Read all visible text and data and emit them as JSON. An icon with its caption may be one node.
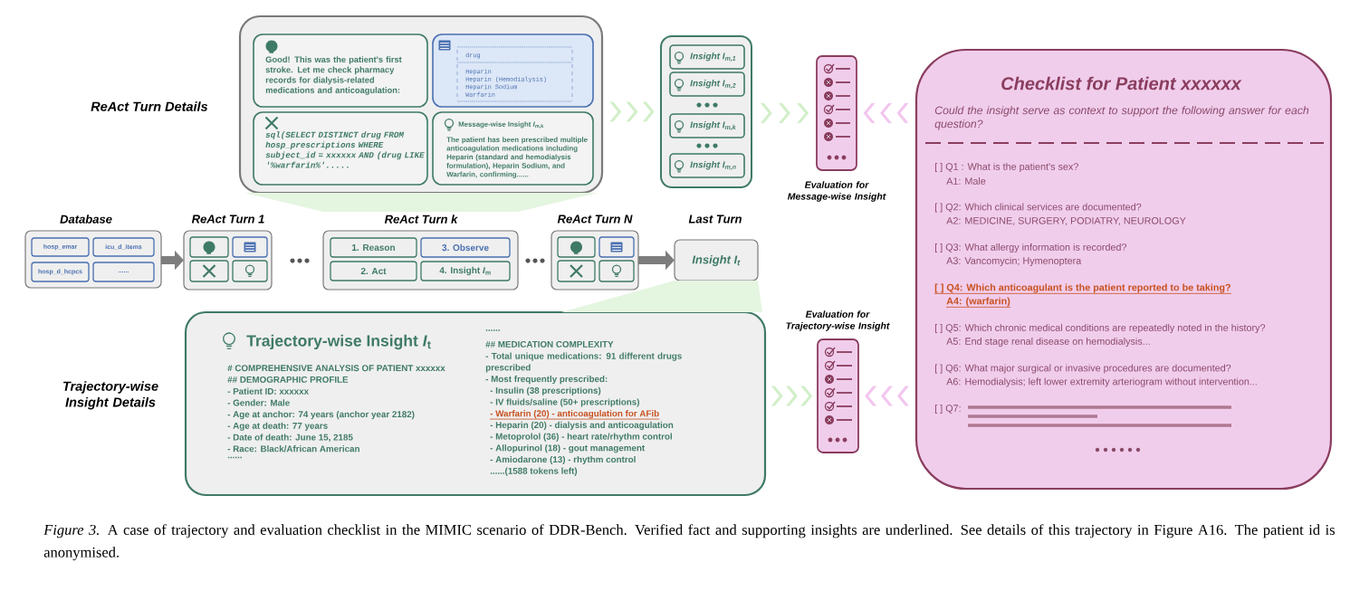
{
  "diagram": {
    "caption": "*Figure 3.* A case of trajectory and evaluation checklist in the MIMIC scenario of DDR-Bench. Verified fact and supporting insights are underlined. See details of this trajectory in Figure A16. The patient id is anonymised.",
    "nodes": [
      {
        "text": [
          "ReAct Turn Details"
        ]
      },
      {
        "text": [
          "Good! This was the patient's first stroke. Let me check pharmacy records for dialysis-related medications and anticoagulation:"
        ],
        "in": 0
      },
      {
        "text": [
          "drug",
          "Heparin",
          "Heparin (Hemodialysis)",
          "Heparin Sodium",
          "Warfarin"
        ],
        "in": 0
      },
      {
        "text": [
          "sql(SELECT DISTINCT drug FROM hosp_prescriptions WHERE subject_id = xxxxxx AND (drug LIKE '%warfarin%'....."
        ],
        "in": 0
      },
      {
        "text": [
          "Message-wise Insight *I*$_{m,k}$",
          "The patient has been prescribed multiple anticoagulation medications including Heparin (standard and hemodialysis formulation), Heparin Sodium, and **Warfarin**, confirming......"
        ],
        "in": 0
      },
      {
        "text": [],
        "shape": "box"
      },
      {
        "text": [
          "Insight I$_{m,1}$"
        ],
        "in": 5
      },
      {
        "text": [
          "Insight I$_{m,2}$"
        ],
        "in": 5
      },
      {
        "text": [
          "Insight I$_{m,k}$"
        ],
        "in": 5
      },
      {
        "text": [
          "Insight I$_{m,n}$"
        ],
        "in": 5
      },
      {
        "text": [],
        "shape": "box",
        "beside": [
          "Evaluation for Message-wise Insight"
        ]
      },
      {
        "text": [
          "Checklist for Patient xxxxxx",
          "Could the insight serve as context to support the following answer for each question?",
          "[ ] Q1 : What is the patient's sex?",
          "A1: Male",
          "[ ] Q2: Which clinical services are documented?",
          "A2: MEDICINE, SURGERY, PODIATRY, NEUROLOGY",
          "[ ] Q3: What allergy information is recorded?",
          "A3: Vancomycin; Hymenoptera",
          "[ ] Q4: Which anticoagulant is the patient reported to be taking?",
          "A4: (warfarin)",
          "[ ] Q5: Which chronic medical conditions are repeatedly noted in the history?",
          "A5: End stage renal disease on hemodialysis...",
          "[ ] Q6: What major surgical or invasive procedures are documented?",
          "A6: Hemodialysis; left lower extremity arteriogram without intervention...",
          "[ ] Q7:"
        ]
      },
      {
        "text": [
          "Database"
        ]
      },
      {
        "text": [
          "hosp_emar"
        ],
        "in": 12
      },
      {
        "text": [
          "icu_d_items"
        ],
        "in": 12
      },
      {
        "text": [
          "hosp_d_hcpcs"
        ],
        "in": 12
      },
      {
        "text": [
          "......"
        ],
        "in": 12
      },
      {
        "text": [
          "ReAct Turn 1"
        ]
      },
      {
        "text": [],
        "shape": "box",
        "in": 17
      },
      {
        "text": [],
        "shape": "box",
        "in": 17
      },
      {
        "text": [],
        "shape": "box",
        "in": 17
      },
      {
        "text": [],
        "shape": "box",
        "in": 17
      },
      {
        "text": [
          "ReAct Turn k"
        ]
      },
      {
        "text": [
          "1. Reason"
        ],
        "in": 22
      },
      {
        "text": [
          "3. Observe"
        ],
        "in": 22
      },
      {
        "text": [
          "2. Act"
        ],
        "in": 22
      },
      {
        "text": [
          "4. Insight *I*$_{m}$"
        ],
        "in": 22
      },
      {
        "text": [
          "ReAct Turn N"
        ]
      },
      {
        "text": [],
        "shape": "box",
        "in": 27
      },
      {
        "text": [],
        "shape": "box",
        "in": 27
      },
      {
        "text": [],
        "shape": "box",
        "in": 27
      },
      {
        "text": [],
        "shape": "box",
        "in": 27
      },
      {
        "text": [
          "Last Turn",
          "Insight I$_{t}$"
        ]
      },
      {
        "text": [
          "Trajectory-wise Insight Details",
          "Trajectory-wise Insight *I*$_{t}$",
          "# COMPREHENSIVE ANALYSIS OF PATIENT xxxxxx",
          "## DEMOGRAPHIC PROFILE",
          "- Patient ID: xxxxxx",
          "- Gender: Male",
          "- Age at anchor: 74 years (anchor year 2182)",
          "- Age at death: 77 years",
          "- Date of death: June 15, 2185",
          "- Race: Black/African American",
          "......",
          "......",
          "## MEDICATION COMPLEXITY",
          "- Total unique medications: 91 different drugs prescribed",
          "- Most frequently prescribed:",
          "- Insulin (38 prescriptions)",
          "- IV fluids/saline (50+ prescriptions)",
          "- Warfarin (20) - anticoagulation for AFib",
          "- Heparin (20) - dialysis and anticoagulation",
          "- Metoprolol (36) - heart rate/rhythm control",
          "- Allopurinol (18) - gout management",
          "- Amiodarone (13) - rhythm control",
          "......(1588 tokens left)"
        ]
      },
      {
        "text": [],
        "shape": "box",
        "beside": [
          "Evaluation for Trajectory-wise Insight"
        ]
      }
    ],
    "edges": [
      {
        "from": 0,
        "to": 5,
        "arrow": "to"
      },
      {
        "from": 5,
        "to": 10,
        "arrow": "to"
      },
      {
        "from": 11,
        "to": 10,
        "arrow": "to",
        "color": "#f2c6ee"
      },
      {
        "from": 33,
        "to": 34,
        "arrow": "to"
      },
      {
        "from": 11,
        "to": 34,
        "arrow": "to",
        "color": "#f2c6ee"
      },
      {
        "from": 12,
        "to": 17,
        "arrow": "to",
        "color": "#7d7d7d"
      },
      {
        "from": 27,
        "to": 32,
        "arrow": "to",
        "color": "#7d7d7d"
      },
      {
        "from": 22,
        "to": 0,
        "arrow": "none",
        "color": "#e4f5e0"
      },
      {
        "from": 32,
        "to": 33,
        "arrow": "none",
        "color": "#e4f5e0"
      }
    ]
  }
}
